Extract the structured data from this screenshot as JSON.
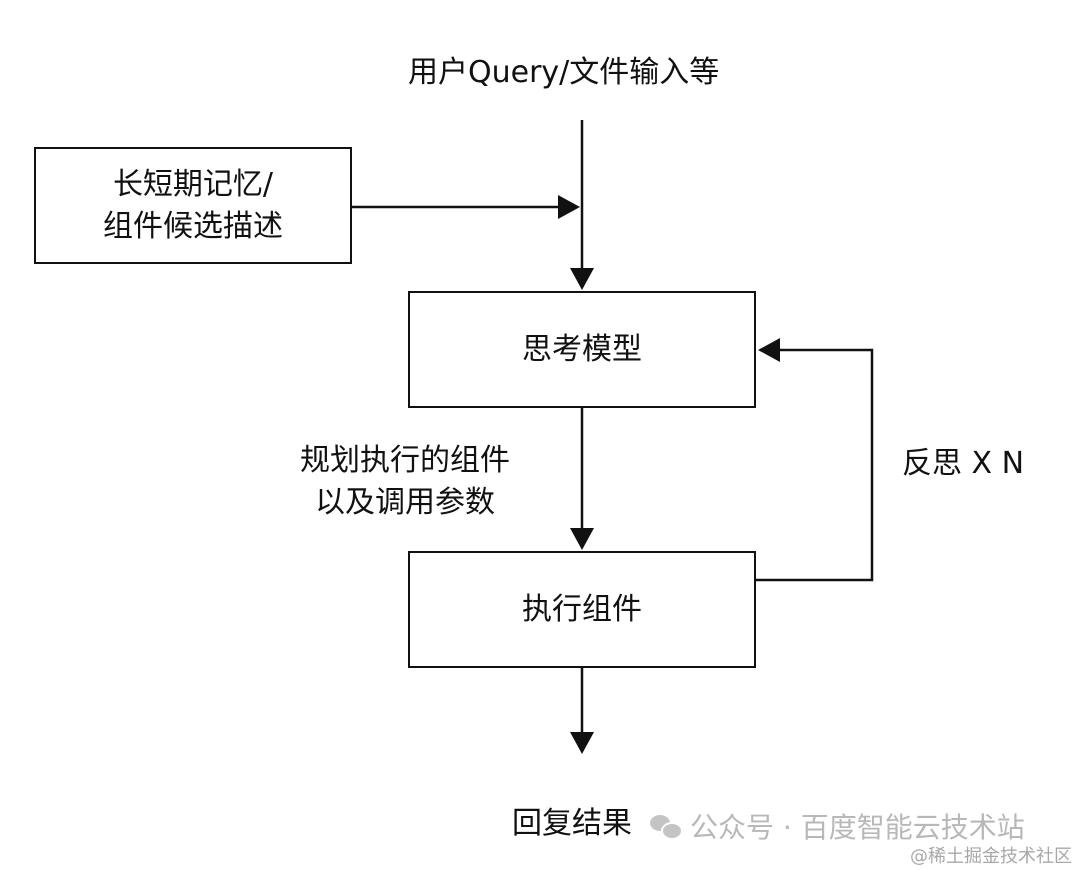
{
  "input_label": "用户Query/文件输入等",
  "memory_box": {
    "line1": "长短期记忆/",
    "line2": "组件候选描述"
  },
  "thinking_model": "思考模型",
  "plan_label": {
    "line1": "规划执行的组件",
    "line2": "以及调用参数"
  },
  "execute_box": "执行组件",
  "reflect_label": "反思 X N",
  "output_label": "回复结果",
  "watermark": {
    "icon": "wechat-icon",
    "text": "公众号 · 百度智能云技术站"
  },
  "credit": "@稀土掘金技术社区",
  "colors": {
    "line": "#111111",
    "watermark": "#b8b8b8"
  }
}
